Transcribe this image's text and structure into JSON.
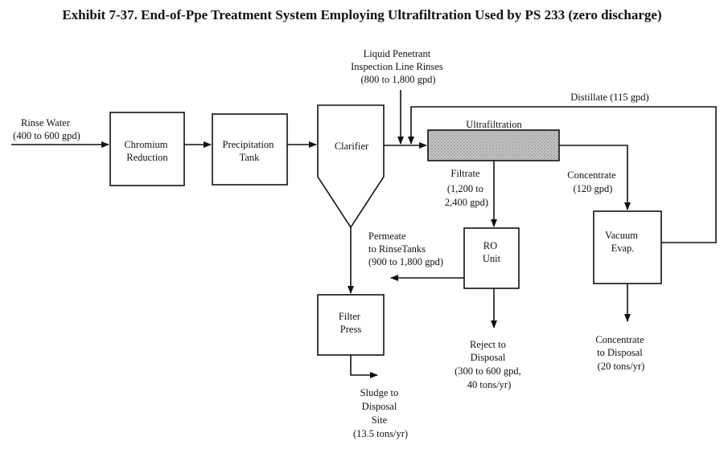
{
  "title": "Exhibit 7-37. End-of-Ppe Treatment System Employing Ultrafiltration Used by PS 233 (zero discharge)",
  "inputs": {
    "rinse_water": [
      "Rinse Water",
      "(400 to 600 gpd)"
    ],
    "penetrant": [
      "Liquid Penetrant",
      "Inspection Line Rinses",
      "(800 to 1,800 gpd)"
    ],
    "distillate": [
      "Distillate (115 gpd)"
    ]
  },
  "units": {
    "chromium": [
      "Chromium",
      "Reduction"
    ],
    "precipitation": [
      "Precipitation",
      "Tank"
    ],
    "clarifier": [
      "Clarifier"
    ],
    "ultrafiltration": [
      "Ultrafiltration"
    ],
    "ro": [
      "RO",
      "Unit"
    ],
    "vacuum": [
      "Vacuum",
      "Evap."
    ],
    "filter_press": [
      "Filter",
      "Press"
    ]
  },
  "streams": {
    "filtrate": [
      "Filtrate",
      "(1,200 to",
      "2,400 gpd)"
    ],
    "concentrate": [
      "Concentrate",
      "(120 gpd)"
    ],
    "permeate": [
      "Permeate",
      "to RinseTanks",
      "(900 to 1,800 gpd)"
    ]
  },
  "outputs": {
    "reject": [
      "Reject to",
      "Disposal",
      "(300 to 600 gpd,",
      "40 tons/yr)"
    ],
    "concentrate_disposal": [
      "Concentrate",
      "to Disposal",
      "(20 tons/yr)"
    ],
    "sludge": [
      "Sludge to",
      "Disposal",
      "Site",
      "(13.5 tons/yr)"
    ]
  }
}
